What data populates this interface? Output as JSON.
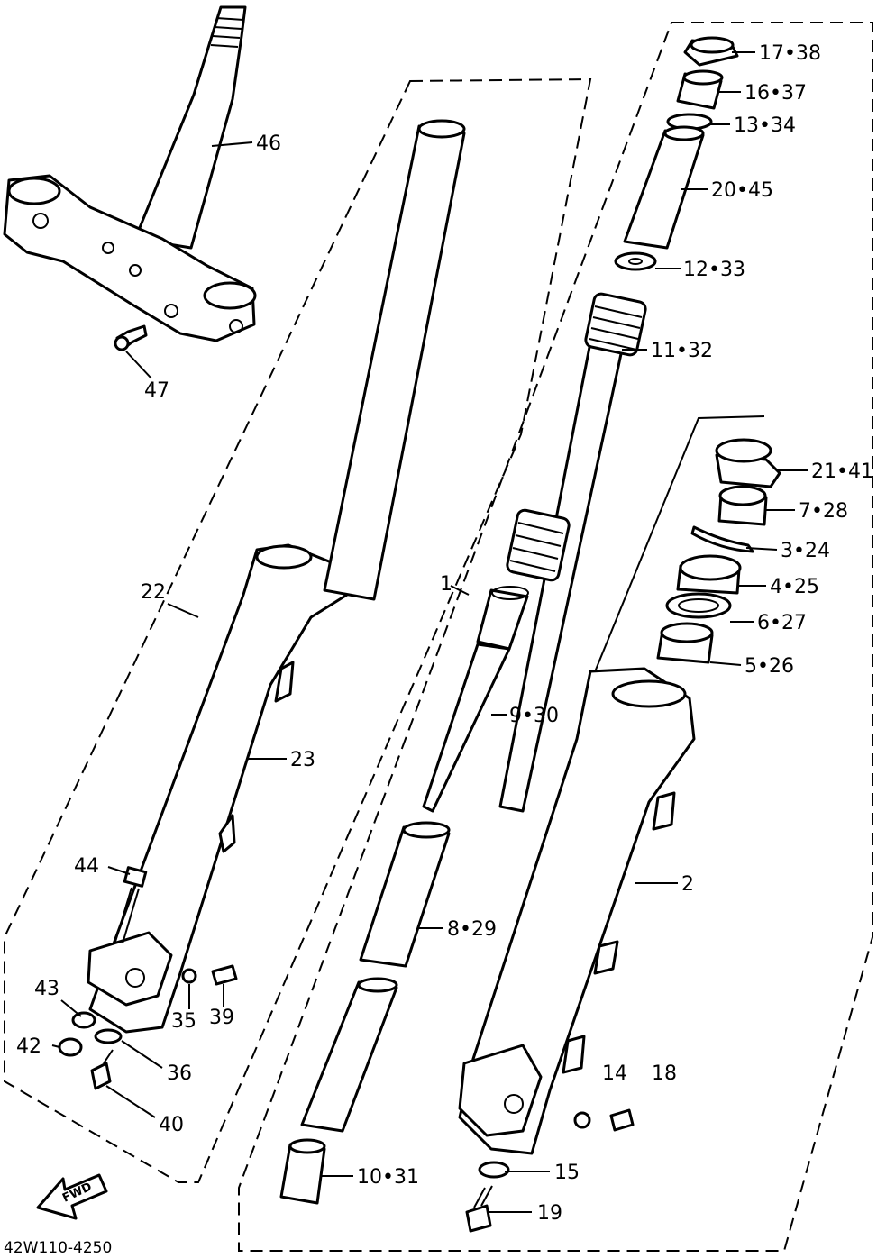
{
  "diagram": {
    "drawing_code": "42W110-4250",
    "direction_arrow": "FWD",
    "callouts": [
      {
        "id": "c17",
        "text": "17•38"
      },
      {
        "id": "c16",
        "text": "16•37"
      },
      {
        "id": "c13",
        "text": "13•34"
      },
      {
        "id": "c20",
        "text": "20•45"
      },
      {
        "id": "c12",
        "text": "12•33"
      },
      {
        "id": "c11",
        "text": "11•32"
      },
      {
        "id": "c21",
        "text": "21•41"
      },
      {
        "id": "c7",
        "text": "7•28"
      },
      {
        "id": "c3",
        "text": "3•24"
      },
      {
        "id": "c4",
        "text": "4•25"
      },
      {
        "id": "c6",
        "text": "6•27"
      },
      {
        "id": "c5",
        "text": "5•26"
      },
      {
        "id": "c9",
        "text": "9•30"
      },
      {
        "id": "c1",
        "text": "1"
      },
      {
        "id": "c2",
        "text": "2"
      },
      {
        "id": "c8",
        "text": "8•29"
      },
      {
        "id": "c10",
        "text": "10•31"
      },
      {
        "id": "c14",
        "text": "14"
      },
      {
        "id": "c18",
        "text": "18"
      },
      {
        "id": "c15",
        "text": "15"
      },
      {
        "id": "c19",
        "text": "19"
      },
      {
        "id": "c46",
        "text": "46"
      },
      {
        "id": "c47",
        "text": "47"
      },
      {
        "id": "c22",
        "text": "22"
      },
      {
        "id": "c23",
        "text": "23"
      },
      {
        "id": "c44",
        "text": "44"
      },
      {
        "id": "c43",
        "text": "43"
      },
      {
        "id": "c35",
        "text": "35"
      },
      {
        "id": "c39",
        "text": "39"
      },
      {
        "id": "c42",
        "text": "42"
      },
      {
        "id": "c36",
        "text": "36"
      },
      {
        "id": "c40",
        "text": "40"
      }
    ]
  }
}
